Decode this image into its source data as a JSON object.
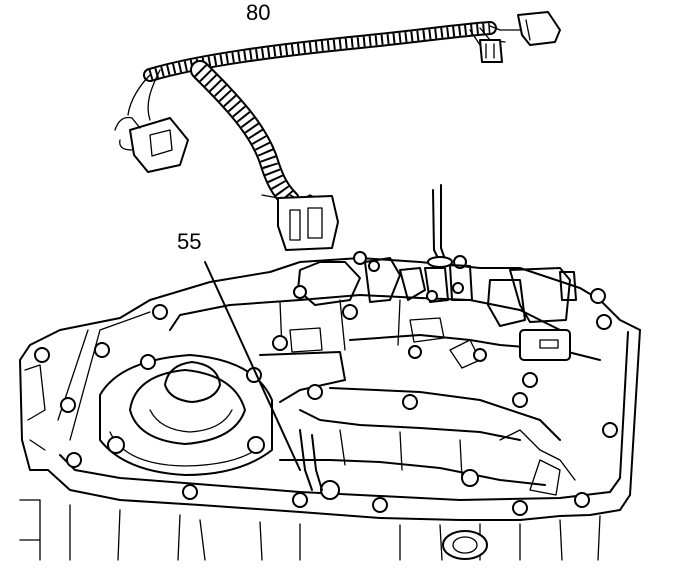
{
  "callouts": [
    {
      "id": "harness",
      "label": "80"
    },
    {
      "id": "valve",
      "label": "55"
    }
  ]
}
